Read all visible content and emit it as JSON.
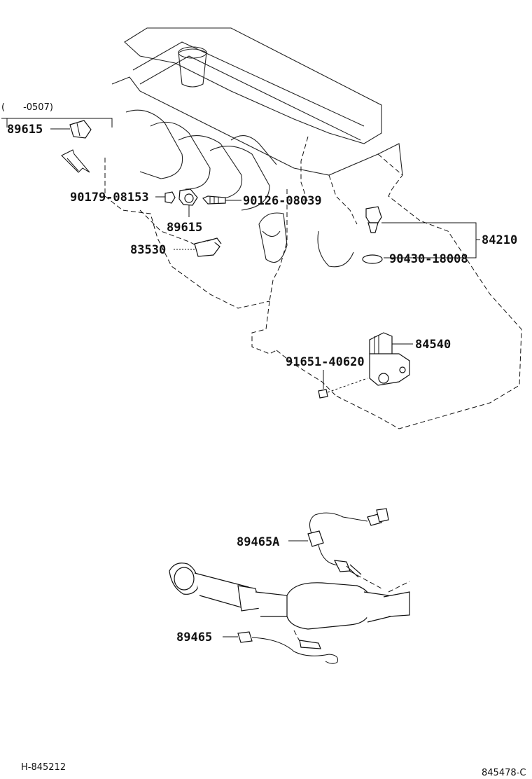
{
  "date_range": "(　　-0507)",
  "labels": {
    "p89615_top": "89615",
    "p90179": "90179-08153",
    "p90126": "90126-08039",
    "p89615_mid": "89615",
    "p83530": "83530",
    "p84210": "84210",
    "p90430": "90430-18008",
    "p84540": "84540",
    "p91651": "91651-40620",
    "p89465A": "89465A",
    "p89465": "89465"
  },
  "footer": {
    "left": "H-845212",
    "right": "845478-C"
  }
}
